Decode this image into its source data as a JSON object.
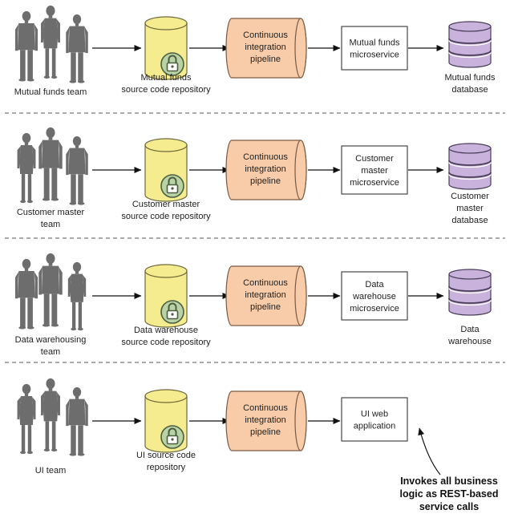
{
  "colors": {
    "person": "#6d6d6d",
    "repo_fill": "#f5eb8f",
    "repo_stroke": "#6f6a3d",
    "lock_fill": "#b9d3a6",
    "lock_stroke": "#4b5e40",
    "pipeline_fill": "#f8cca8",
    "pipeline_stroke": "#7a5a45",
    "db_fill": "#c9b3dc",
    "db_stroke": "#4a3e5a",
    "arrow": "#111111",
    "divider": "#555555"
  },
  "icons": {
    "team": "people-silhouette-icon",
    "repo": "cylinder-repository-icon",
    "lock": "padlock-icon",
    "pipeline": "horizontal-cylinder-pipeline-icon",
    "database": "stacked-disk-database-icon"
  },
  "rows": [
    {
      "team": [
        "Mutual funds team"
      ],
      "repo": [
        "Mutual funds",
        "source code repository"
      ],
      "pipeline": [
        "Continuous",
        "integration",
        "pipeline"
      ],
      "service": [
        "Mutual funds",
        "microservice"
      ],
      "database": [
        "Mutual funds",
        "database"
      ]
    },
    {
      "team": [
        "Customer master",
        "team"
      ],
      "repo": [
        "Customer master",
        "source code repository"
      ],
      "pipeline": [
        "Continuous",
        "integration",
        "pipeline"
      ],
      "service": [
        "Customer",
        "master",
        "microservice"
      ],
      "database": [
        "Customer",
        "master",
        "database"
      ]
    },
    {
      "team": [
        "Data warehousing",
        "team"
      ],
      "repo": [
        "Data warehouse",
        "source code repository"
      ],
      "pipeline": [
        "Continuous",
        "integration",
        "pipeline"
      ],
      "service": [
        "Data",
        "warehouse",
        "microservice"
      ],
      "database": [
        "Data",
        "warehouse"
      ]
    },
    {
      "team": [
        "UI team"
      ],
      "repo": [
        "UI source code",
        "repository"
      ],
      "pipeline": [
        "Continuous",
        "integration",
        "pipeline"
      ],
      "service": [
        "UI web",
        "application"
      ],
      "database": null
    }
  ],
  "annotation": [
    "Invokes all business",
    "logic as REST-based",
    "service calls"
  ]
}
